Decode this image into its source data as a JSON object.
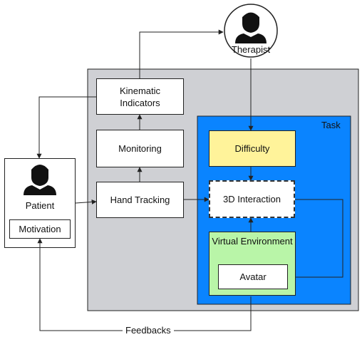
{
  "therapist": {
    "label": "Therapist",
    "icon": "person-icon"
  },
  "patient": {
    "label": "Patient",
    "icon": "person-icon",
    "motivation_label": "Motivation"
  },
  "pipeline": {
    "kinematic_label": "Kinematic\nIndicators",
    "monitoring_label": "Monitoring",
    "hand_tracking_label": "Hand Tracking"
  },
  "task": {
    "title": "Task",
    "difficulty_label": "Difficulty",
    "interaction_label": "3D Interaction",
    "virtual_env_label": "Virtual Environment",
    "avatar_label": "Avatar"
  },
  "feedbacks_label": "Feedbacks",
  "colors": {
    "system_bg": "#cfd0d4",
    "task_bg": "#0a84ff",
    "difficulty_bg": "#fff39a",
    "virtual_env_bg": "#b9f5a8",
    "line": "#222222"
  }
}
